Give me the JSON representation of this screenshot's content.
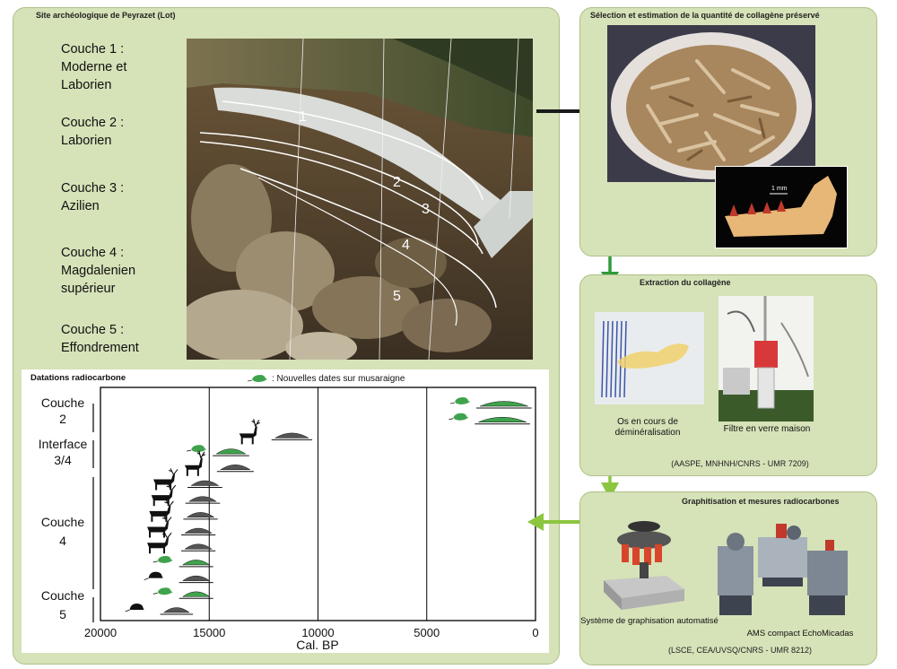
{
  "site": {
    "title": "Site archéologique de Peyrazet (Lot)",
    "layers": [
      "Couche 1 :\nModerne et\nLaborien",
      "Couche 2 :\nLaborien",
      "Couche 3 :\nAzilien",
      "Couche 4 :\nMagdalenien\nsupérieur",
      "Couche 5 :\nEffondrement"
    ],
    "photo_numbers": [
      "1",
      "2",
      "3",
      "4",
      "5"
    ]
  },
  "selection": {
    "title": "Sélection et estimation de la quantité de collagène préservé",
    "scale_label": "1 mm"
  },
  "extraction": {
    "title": "Extraction du collagène",
    "caption_left": "Os en cours de déminéralisation",
    "caption_right": "Filtre en verre maison",
    "lab": "(AASPE, MNHNH/CNRS - UMR 7209)"
  },
  "graphitisation": {
    "title": "Graphitisation et mesures radiocarbones",
    "caption_left": "Système de graphisation automatisé",
    "caption_right": "AMS compact EchoMicadas",
    "lab": "(LSCE, CEA/UVSQ/CNRS - UMR 8212)"
  },
  "colors": {
    "panel": "#d6e2b8",
    "arrow_black": "#1a1a1a",
    "arrow_green": "#2e9a3a",
    "arrow_lightgreen": "#8cc63f",
    "shrew": "#3fa34d"
  },
  "chart_data": {
    "type": "scatter",
    "title": "Datations radiocarbone",
    "legend": ": Nouvelles dates sur musaraigne",
    "xlabel": "Cal. BP",
    "xlim": [
      20000,
      0
    ],
    "xticks": [
      20000,
      15000,
      10000,
      5000,
      0
    ],
    "gridlines": [
      15000,
      10000,
      5000
    ],
    "groups": [
      {
        "label": "Couche\n2"
      },
      {
        "label": "Interface\n3/4"
      },
      {
        "label": "Couche\n4"
      },
      {
        "label": "Couche\n5"
      }
    ],
    "dates": [
      {
        "age": 1450,
        "type": "shrew"
      },
      {
        "age": 1520,
        "type": "shrew"
      },
      {
        "age": 11200,
        "type": "red-deer"
      },
      {
        "age": 14000,
        "type": "shrew"
      },
      {
        "age": 13800,
        "type": "red-deer"
      },
      {
        "age": 15200,
        "type": "reindeer"
      },
      {
        "age": 15300,
        "type": "reindeer"
      },
      {
        "age": 15400,
        "type": "reindeer"
      },
      {
        "age": 15500,
        "type": "reindeer"
      },
      {
        "age": 15500,
        "type": "reindeer"
      },
      {
        "age": 15600,
        "type": "shrew"
      },
      {
        "age": 15600,
        "type": "rodent"
      },
      {
        "age": 15600,
        "type": "shrew"
      },
      {
        "age": 16500,
        "type": "rodent"
      }
    ]
  }
}
